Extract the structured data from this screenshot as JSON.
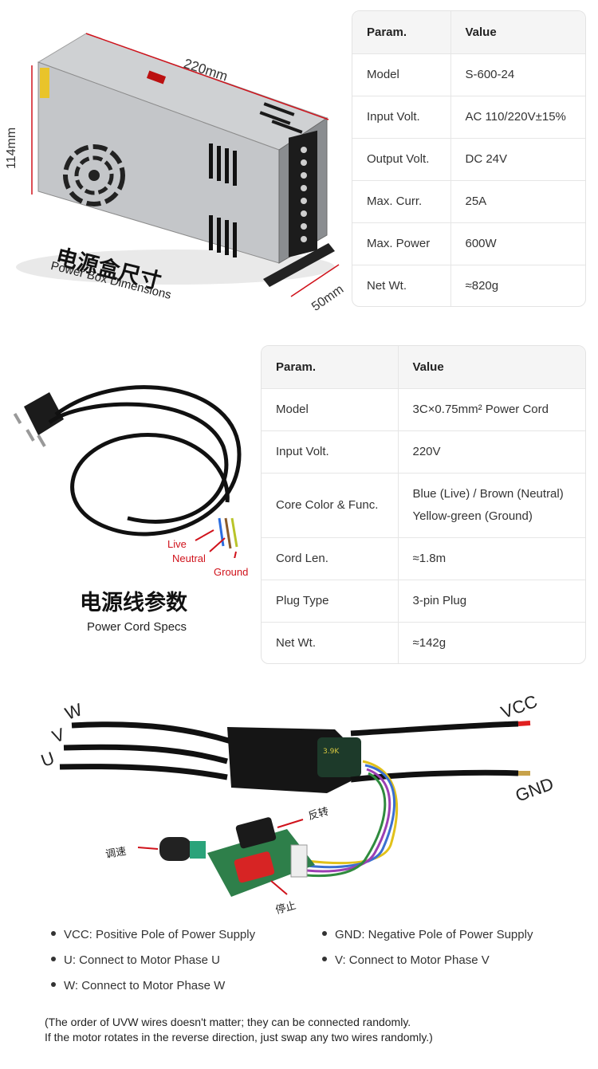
{
  "psu_section": {
    "dim_width": "220mm",
    "dim_height": "114mm",
    "dim_depth": "50mm",
    "caption_cn": "电源盒尺寸",
    "caption_en": "Power Box Dimensions",
    "table": {
      "headers": [
        "Param.",
        "Value"
      ],
      "rows": [
        [
          "Model",
          "S-600-24"
        ],
        [
          "Input Volt.",
          "AC 110/220V±15%"
        ],
        [
          "Output Volt.",
          "DC 24V"
        ],
        [
          "Max. Curr.",
          "25A"
        ],
        [
          "Max. Power",
          "600W"
        ],
        [
          "Net Wt.",
          "≈820g"
        ]
      ]
    }
  },
  "cord_section": {
    "labels": {
      "live": "Live",
      "neutral": "Neutral",
      "ground": "Ground"
    },
    "caption_cn": "电源线参数",
    "caption_en": "Power Cord Specs",
    "table": {
      "headers": [
        "Param.",
        "Value"
      ],
      "rows": [
        [
          "Model",
          "3C×0.75mm² Power Cord"
        ],
        [
          "Input Volt.",
          "220V"
        ],
        [
          "Core Color & Func.",
          "Blue (Live) / Brown (Neutral)",
          "Yellow-green (Ground)"
        ],
        [
          "Cord Len.",
          "≈1.8m"
        ],
        [
          "Plug Type",
          "3-pin Plug"
        ],
        [
          "Net Wt.",
          "≈142g"
        ]
      ]
    }
  },
  "controller_section": {
    "wire_labels": {
      "w": "W",
      "v": "V",
      "u": "U",
      "vcc": "VCC",
      "gnd": "GND"
    },
    "cn_labels": {
      "reverse": "反转",
      "speed": "调速",
      "stop": "停止"
    },
    "bullets": [
      "VCC: Positive Pole of Power Supply",
      "GND: Negative Pole of Power Supply",
      "U: Connect to Motor Phase U",
      "V: Connect to Motor Phase V",
      "W: Connect to Motor Phase W"
    ],
    "note_line1": "(The order of UVW wires doesn't matter; they can be connected randomly.",
    "note_line2": "If the motor rotates in the reverse direction, just swap any two wires randomly.)"
  },
  "colors": {
    "dimension_red": "#d0121b",
    "table_header_bg": "#f5f5f5",
    "wire_red": "#e02020"
  }
}
